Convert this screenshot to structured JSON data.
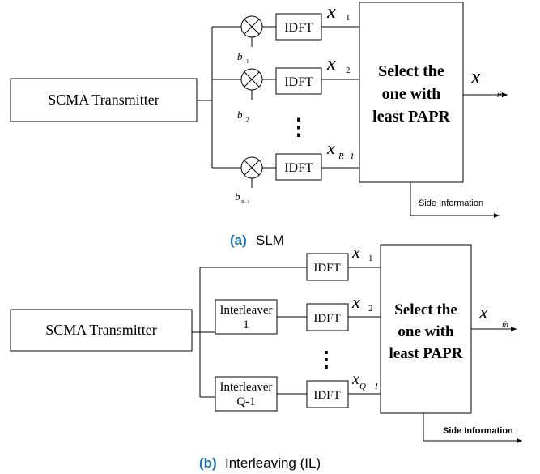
{
  "slm": {
    "transmitter_label": "SCMA Transmitter",
    "idft_label": "IDFT",
    "x_symbol": "x",
    "x_subs": [
      "1",
      "2",
      "R−1"
    ],
    "b_symbol": "b",
    "b_subs": [
      "1",
      "2",
      "R−1"
    ],
    "select_lines": [
      "Select the",
      "one with",
      "least PAPR"
    ],
    "output_symbol": "x",
    "output_sub": "m̂",
    "side_info": "Side Information",
    "ellipsis": "⋮"
  },
  "caption_a": {
    "tag": "(a)",
    "text": "SLM"
  },
  "il": {
    "transmitter_label": "SCMA Transmitter",
    "idft_label": "IDFT",
    "interleaver_1": [
      "Interleaver",
      "1"
    ],
    "interleaver_q": [
      "Interleaver",
      "Q-1"
    ],
    "x_symbol": "x",
    "x_subs": [
      "1",
      "2",
      "Q −1"
    ],
    "select_lines": [
      "Select the",
      "one with",
      "least PAPR"
    ],
    "output_symbol": "x",
    "output_sub": "m̂",
    "side_info": "Side Information",
    "ellipsis": "⋮"
  },
  "caption_b": {
    "tag": "(b)",
    "text": "Interleaving (IL)"
  }
}
